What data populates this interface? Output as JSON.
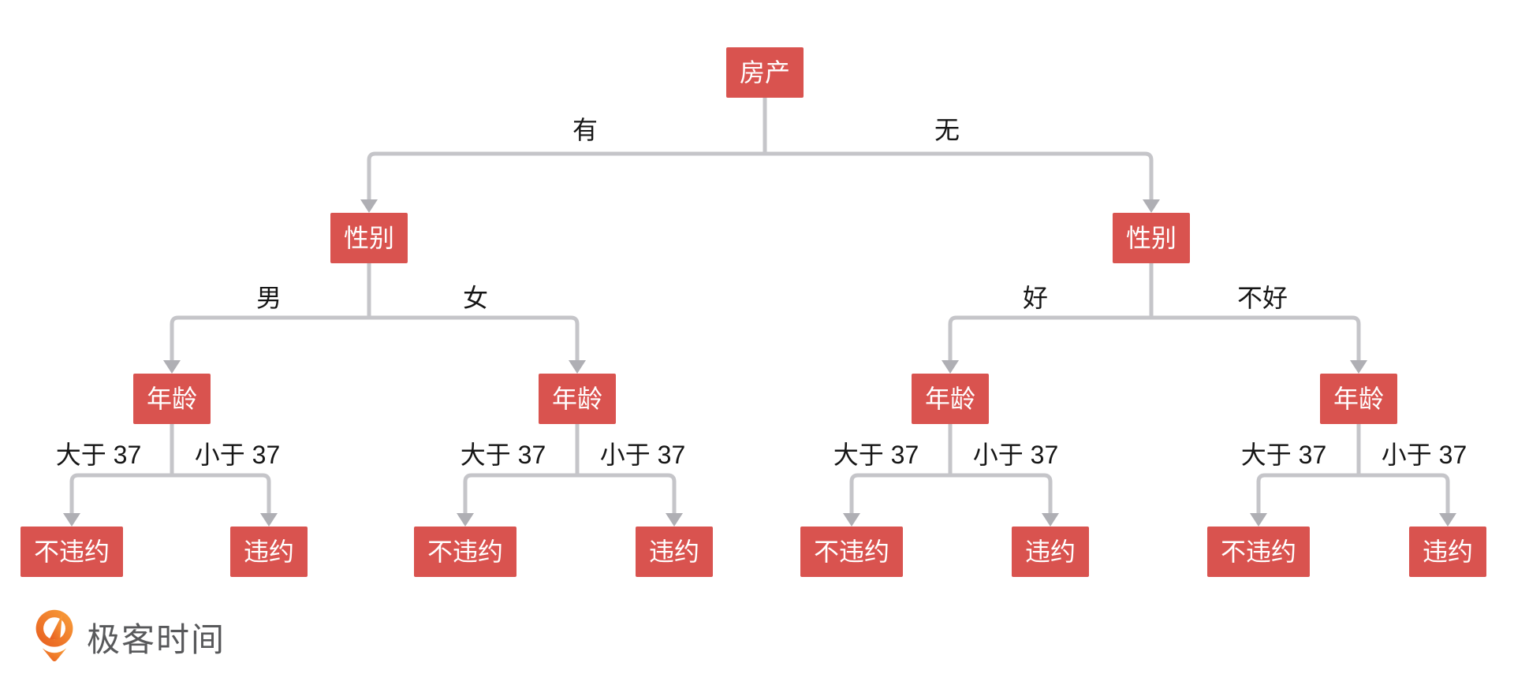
{
  "diagram": {
    "type": "decision-tree",
    "tree": {
      "label": "房产",
      "children": [
        {
          "edge": "有",
          "label": "性别",
          "children": [
            {
              "edge": "男",
              "label": "年龄",
              "children": [
                {
                  "edge": "大于 37",
                  "label": "不违约"
                },
                {
                  "edge": "小于 37",
                  "label": "违约"
                }
              ]
            },
            {
              "edge": "女",
              "label": "年龄",
              "children": [
                {
                  "edge": "大于 37",
                  "label": "不违约"
                },
                {
                  "edge": "小于 37",
                  "label": "违约"
                }
              ]
            }
          ]
        },
        {
          "edge": "无",
          "label": "性别",
          "children": [
            {
              "edge": "好",
              "label": "年龄",
              "children": [
                {
                  "edge": "大于 37",
                  "label": "不违约"
                },
                {
                  "edge": "小于 37",
                  "label": "违约"
                }
              ]
            },
            {
              "edge": "不好",
              "label": "年龄",
              "children": [
                {
                  "edge": "大于 37",
                  "label": "不违约"
                },
                {
                  "edge": "小于 37",
                  "label": "违约"
                }
              ]
            }
          ]
        }
      ]
    },
    "colors": {
      "node_background": "#D9534F",
      "node_text": "#FFFFFF",
      "connector": "#C5C5C9",
      "arrow": "#AFAFB4",
      "edge_label_text": "#161616",
      "background": "#FFFFFF",
      "logo_orange_light": "#F9A13B",
      "logo_orange_dark": "#E75B1E",
      "logo_text_color": "#58595B"
    }
  },
  "footer": {
    "logo_text": "极客时间"
  }
}
